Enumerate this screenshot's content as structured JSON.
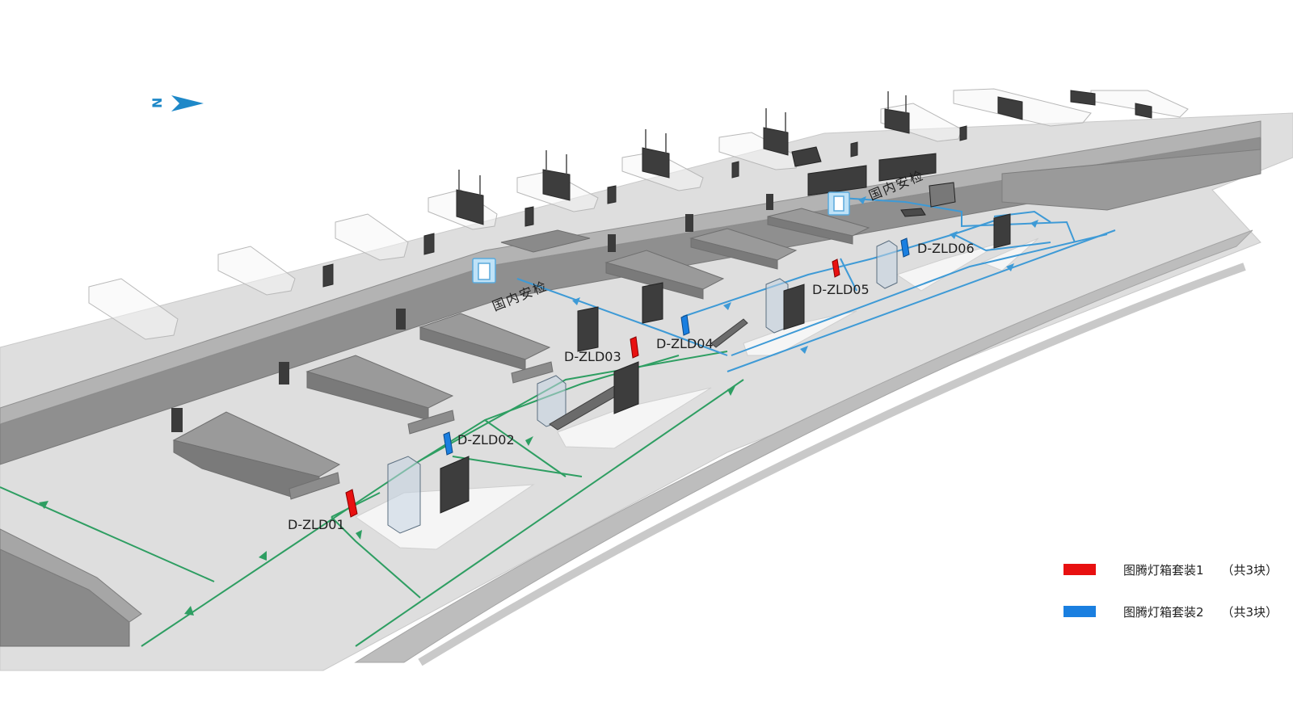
{
  "compass": {
    "letter": "N",
    "icon": "north-arrow-icon",
    "color": "#1e88c8"
  },
  "zones": [
    {
      "id": "security-1",
      "label": "国内安检",
      "icon": "security-gate-icon"
    },
    {
      "id": "security-2",
      "label": "国内安检",
      "icon": "security-gate-icon"
    }
  ],
  "signs": [
    {
      "id": "D-ZLD01",
      "label": "D-ZLD01",
      "type": "red"
    },
    {
      "id": "D-ZLD02",
      "label": "D-ZLD02",
      "type": "blue"
    },
    {
      "id": "D-ZLD03",
      "label": "D-ZLD03",
      "type": "red"
    },
    {
      "id": "D-ZLD04",
      "label": "D-ZLD04",
      "type": "blue"
    },
    {
      "id": "D-ZLD05",
      "label": "D-ZLD05",
      "type": "red"
    },
    {
      "id": "D-ZLD06",
      "label": "D-ZLD06",
      "type": "blue"
    }
  ],
  "legend": [
    {
      "name": "图腾灯箱套装1",
      "count": "（共3块）",
      "color": "#e81010"
    },
    {
      "name": "图腾灯箱套装2",
      "count": "（共3块）",
      "color": "#1a7fe0"
    }
  ],
  "colors": {
    "route_green": "#2e9e62",
    "route_blue": "#3e9ad6",
    "sign_red": "#e81010",
    "sign_blue": "#1a7fe0",
    "floor": "#dedede",
    "wall_dark": "#8a8a8a",
    "screen": "#3d3d3d"
  }
}
